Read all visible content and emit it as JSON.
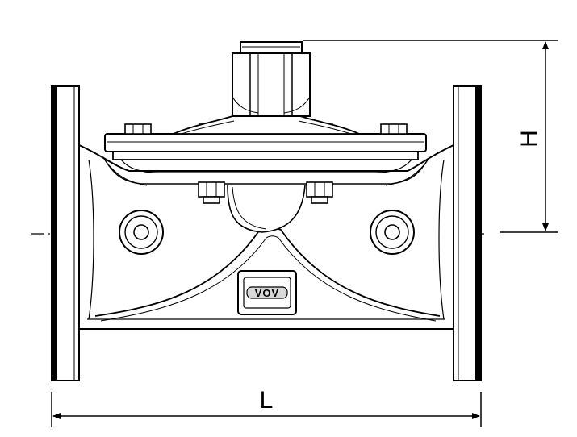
{
  "dimensions": {
    "length_label": "L",
    "height_label": "H"
  },
  "colors": {
    "line": "#000000",
    "fill": "#ffffff",
    "shade": "#d8d8d8"
  },
  "logo": {
    "text": "VOV"
  }
}
